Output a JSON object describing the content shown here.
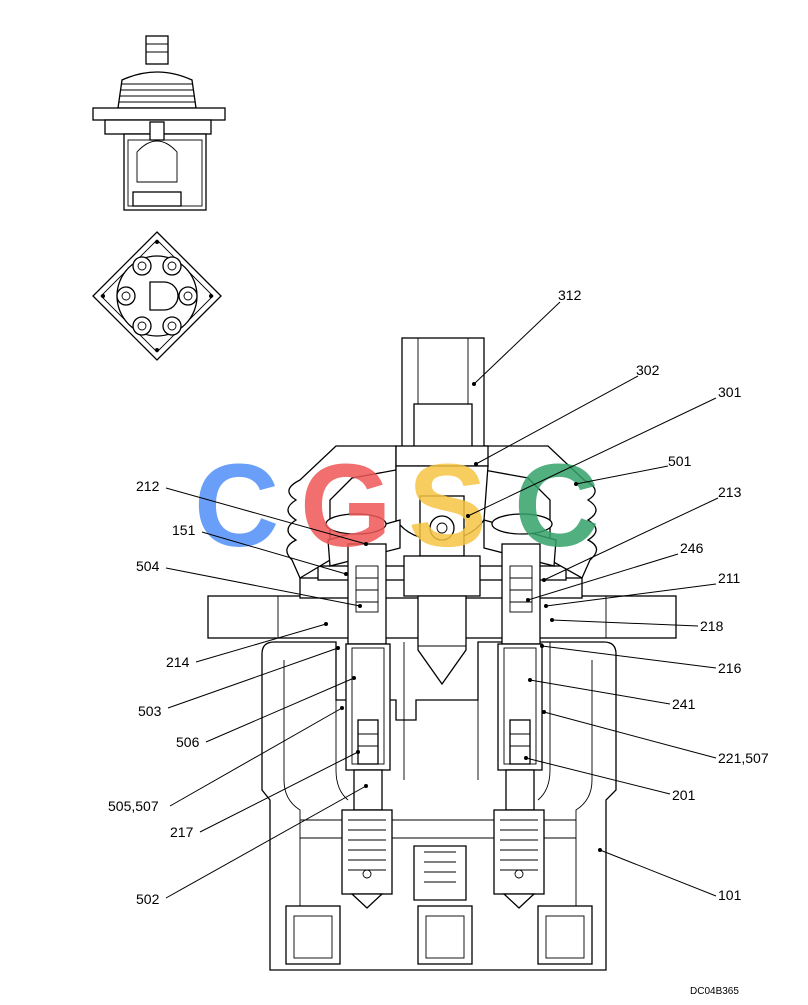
{
  "diagram": {
    "reference_code": "DC04B365",
    "watermark": {
      "letters": [
        "C",
        "G",
        "S",
        "C"
      ],
      "colors": [
        "#4f8ff7",
        "#ef5757",
        "#f5c543",
        "#34a26a"
      ]
    },
    "callouts": [
      {
        "id": "c312",
        "label": "312"
      },
      {
        "id": "c302",
        "label": "302"
      },
      {
        "id": "c301",
        "label": "301"
      },
      {
        "id": "c501",
        "label": "501"
      },
      {
        "id": "c213",
        "label": "213"
      },
      {
        "id": "c246",
        "label": "246"
      },
      {
        "id": "c211",
        "label": "211"
      },
      {
        "id": "c218",
        "label": "218"
      },
      {
        "id": "c216",
        "label": "216"
      },
      {
        "id": "c241",
        "label": "241"
      },
      {
        "id": "c221",
        "label": "221,507"
      },
      {
        "id": "c201",
        "label": "201"
      },
      {
        "id": "c101",
        "label": "101"
      },
      {
        "id": "c212",
        "label": "212"
      },
      {
        "id": "c151",
        "label": "151"
      },
      {
        "id": "c504",
        "label": "504"
      },
      {
        "id": "c214",
        "label": "214"
      },
      {
        "id": "c503",
        "label": "503"
      },
      {
        "id": "c506",
        "label": "506"
      },
      {
        "id": "c505",
        "label": "505,507"
      },
      {
        "id": "c217",
        "label": "217"
      },
      {
        "id": "c502",
        "label": "502"
      }
    ]
  }
}
